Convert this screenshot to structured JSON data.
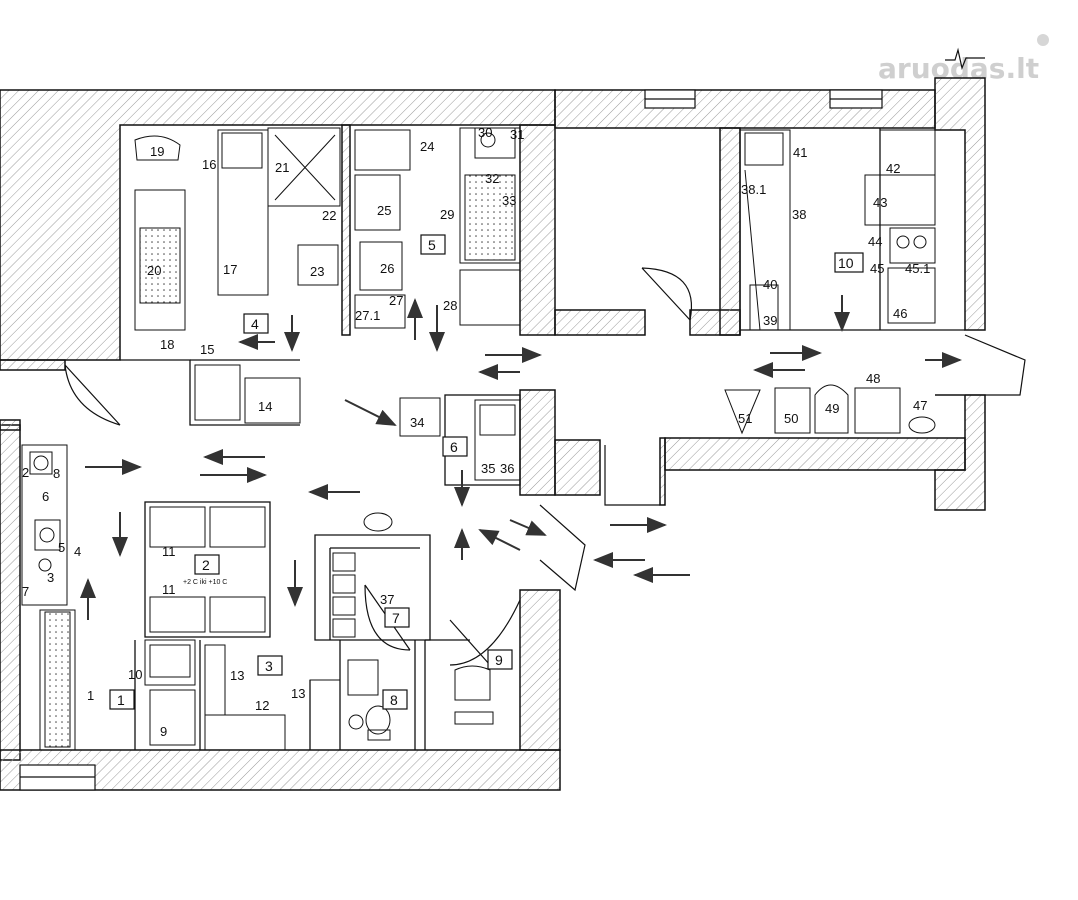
{
  "watermark": "aruodas.lt",
  "rooms": [
    "1",
    "2",
    "3",
    "4",
    "5",
    "6",
    "7",
    "8",
    "9",
    "10"
  ],
  "equipment": [
    "1",
    "2",
    "3",
    "4",
    "5",
    "6",
    "7",
    "8",
    "9",
    "10",
    "11",
    "11",
    "12",
    "13",
    "13",
    "14",
    "15",
    "16",
    "17",
    "18",
    "19",
    "20",
    "21",
    "22",
    "23",
    "24",
    "25",
    "26",
    "27",
    "27.1",
    "28",
    "29",
    "30",
    "31",
    "32",
    "33",
    "34",
    "35",
    "36",
    "37",
    "38",
    "38.1",
    "39",
    "40",
    "41",
    "42",
    "43",
    "44",
    "45",
    "45.1",
    "46",
    "47",
    "48",
    "49",
    "50",
    "51"
  ],
  "notes": {
    "cold_room_temp": "+2 C iki +10 C"
  },
  "colors": {
    "ink": "#111111",
    "hatch": "#9a9a9a",
    "wall_bg": "#ffffff",
    "watermark": "#cfcfcf"
  }
}
